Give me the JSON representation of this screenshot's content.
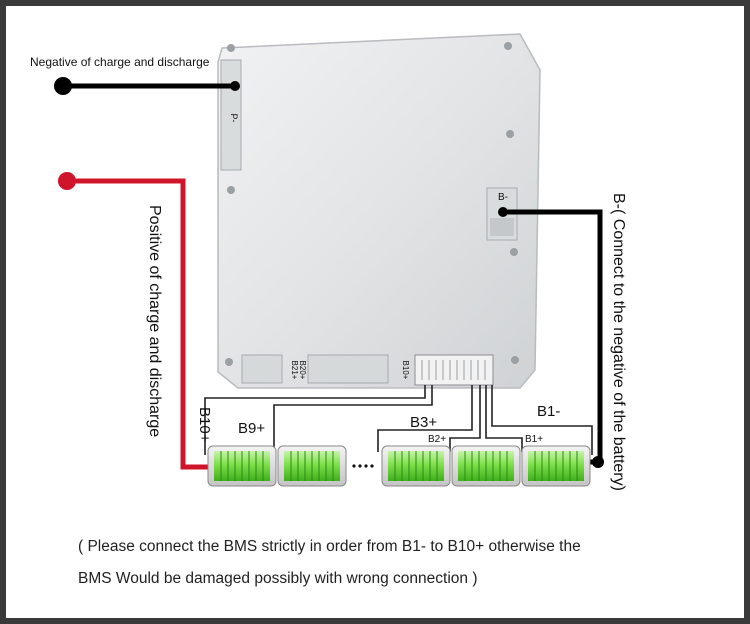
{
  "labels": {
    "negative_charge_discharge": "Negative of charge and discharge",
    "positive_charge_discharge": "Positive of charge and discharge",
    "b_minus_connect": "B-( Connect to the negative of the battery)",
    "b10_plus": "B10+",
    "b9_plus": "B9+",
    "b3_plus": "B3+",
    "b2_plus": "B2+",
    "b1_plus": "B1+",
    "b1_minus": "B1-",
    "p_minus_board": "P-",
    "b_minus_board": "B-",
    "conn_b21": "B21+",
    "conn_b20": "B20+",
    "conn_b10": "B10+"
  },
  "notes": {
    "line1": "( Please connect the BMS strictly in order from B1- to B10+ otherwise the",
    "line2": "BMS Would be damaged possibly with wrong connection )"
  },
  "colors": {
    "positive_wire": "#d0142c",
    "negative_wire": "#000000",
    "cell_green": "#7ee04a",
    "board": "#e4e6e7"
  }
}
